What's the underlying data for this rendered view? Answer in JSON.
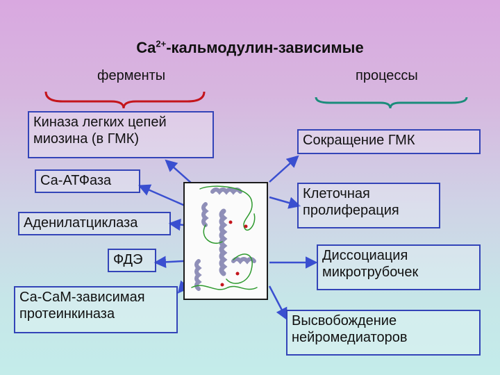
{
  "title": {
    "main": "Ca",
    "sup": "2+",
    "rest": "-кальмодулин-зависимые"
  },
  "left_heading": "ферменты",
  "right_heading": "процессы",
  "enzymes": [
    {
      "label": "Киназа легких цепей миозина (в ГМК)"
    },
    {
      "label": "Са-АТФаза"
    },
    {
      "label": "Аденилатциклаза"
    },
    {
      "label": "ФДЭ"
    },
    {
      "label": "Са-СаМ-зависимая протеинкиназа"
    }
  ],
  "processes": [
    {
      "label": "Сокращение ГМК"
    },
    {
      "label": "Клеточная пролиферация"
    },
    {
      "label": "Диссоциация микротрубочек"
    },
    {
      "label": "Высвобождение нейромедиаторов"
    }
  ],
  "colors": {
    "left_brace": "#c4151c",
    "right_brace": "#1a8c7a",
    "box_border": "#3344b8",
    "arrow": "#3a4fd0",
    "helix": "#8f8fb8",
    "loop": "#2e9a2e",
    "calcium_ion": "#c4151c"
  }
}
